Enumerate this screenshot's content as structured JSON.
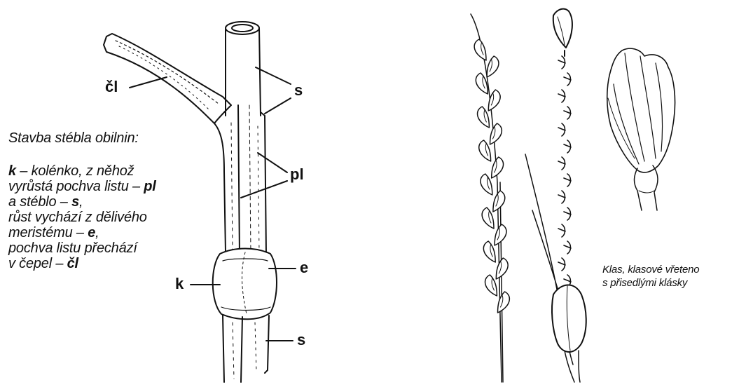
{
  "caption_left": {
    "title": "Stavba stébla obilnin:",
    "lines": [
      [
        {
          "t": "k",
          "b": true
        },
        {
          "t": " – kolénko, z něhož"
        }
      ],
      [
        {
          "t": "vyrůstá pochva listu – "
        },
        {
          "t": "pl",
          "b": true
        }
      ],
      [
        {
          "t": "a stéblo – "
        },
        {
          "t": "s",
          "b": true
        },
        {
          "t": ","
        }
      ],
      [
        {
          "t": "růst vychází z dělivého"
        }
      ],
      [
        {
          "t": "meristému – "
        },
        {
          "t": "e",
          "b": true
        },
        {
          "t": ","
        }
      ],
      [
        {
          "t": "pochva listu přechází"
        }
      ],
      [
        {
          "t": "v čepel – "
        },
        {
          "t": "čl",
          "b": true
        }
      ]
    ]
  },
  "labels": {
    "cl": "čl",
    "s_top": "s",
    "pl": "pl",
    "e": "e",
    "k": "k",
    "s_bottom": "s"
  },
  "caption_right": {
    "line1": "Klas, klasové vřeteno",
    "line2": "s přisedlými klásky"
  }
}
